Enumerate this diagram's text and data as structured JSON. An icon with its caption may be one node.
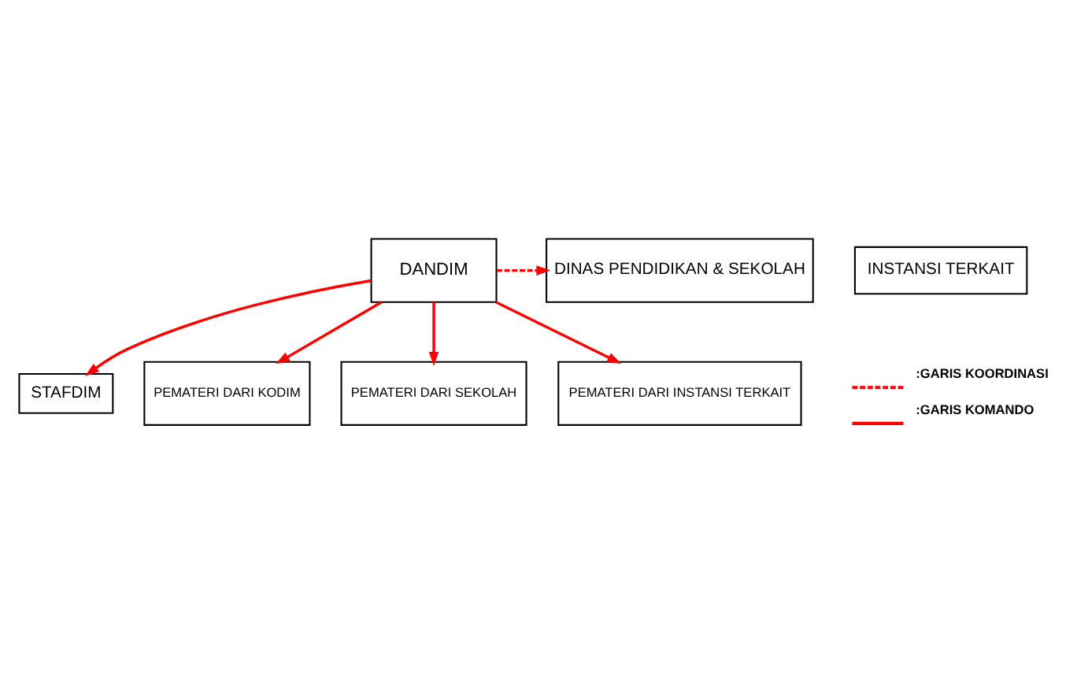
{
  "diagram": {
    "nodes": [
      {
        "text": [
          "DANDIM"
        ]
      },
      {
        "text": [
          "DINAS PENDIDIKAN & SEKOLAH"
        ]
      },
      {
        "text": [
          "INSTANSI TERKAIT"
        ]
      },
      {
        "text": [
          "STAFDIM"
        ]
      },
      {
        "text": [
          "PEMATERI DARI KODIM"
        ]
      },
      {
        "text": [
          "PEMATERI DARI SEKOLAH"
        ]
      },
      {
        "text": [
          "PEMATERI DARI INSTANSI TERKAIT"
        ]
      }
    ],
    "edges": [
      {
        "from": 0,
        "to": 1,
        "arrow": "to",
        "style": "dashed"
      },
      {
        "from": 0,
        "to": 3,
        "arrow": "to"
      },
      {
        "from": 0,
        "to": 4,
        "arrow": "to"
      },
      {
        "from": 0,
        "to": 5,
        "arrow": "to"
      },
      {
        "from": 0,
        "to": 6,
        "arrow": "to"
      }
    ],
    "legend": [
      {
        "text": ":GARIS KOORDINASI"
      },
      {
        "text": ":GARIS KOMANDO"
      }
    ]
  }
}
